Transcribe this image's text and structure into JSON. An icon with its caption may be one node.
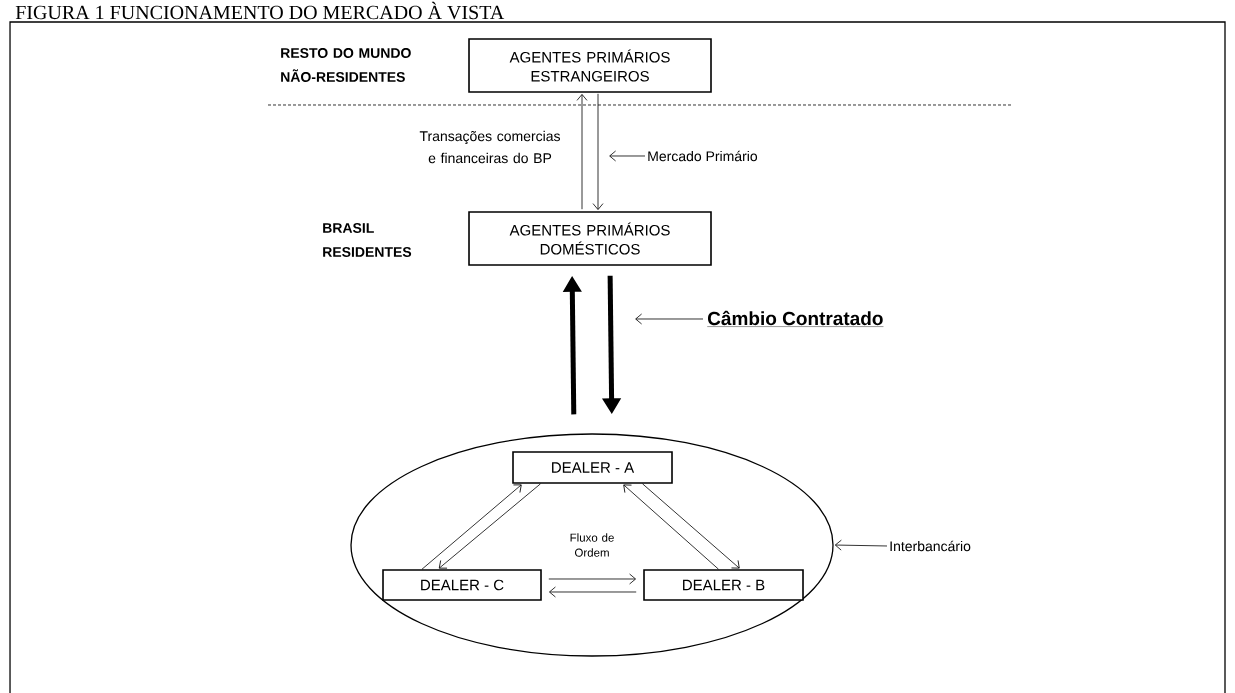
{
  "diagram": {
    "title": "FIGURA 1 FUNCIONAMENTO DO MERCADO À VISTA",
    "nodes": [
      {
        "text": [
          "AGENTES PRIMÁRIOS ESTRANGEIROS"
        ]
      },
      {
        "text": [
          "AGENTES PRIMÁRIOS DOMÉSTICOS"
        ]
      },
      {
        "text": [
          "Fluxo de Ordem"
        ]
      },
      {
        "text": [
          "DEALER - A"
        ],
        "in": 2
      },
      {
        "text": [
          "DEALER - B"
        ],
        "in": 2
      },
      {
        "text": [
          "DEALER - C"
        ],
        "in": 2
      },
      {
        "text": [
          "Mercado Primário"
        ]
      },
      {
        "text": [
          "Câmbio Contratado"
        ]
      },
      {
        "text": [
          "Interbancário"
        ]
      }
    ],
    "edges": [
      {
        "from": 1,
        "to": 0,
        "arrow": "to",
        "label": "Transações comercias e financeiras do BP"
      },
      {
        "from": 0,
        "to": 1,
        "arrow": "to"
      },
      {
        "from": 6,
        "to": null,
        "arrow": "to"
      },
      {
        "from": 2,
        "to": 1,
        "arrow": "to",
        "style": "thick"
      },
      {
        "from": 1,
        "to": 2,
        "arrow": "to",
        "style": "thick"
      },
      {
        "from": 7,
        "to": null,
        "arrow": "to"
      },
      {
        "from": 8,
        "to": 2,
        "arrow": "to"
      },
      {
        "from": 5,
        "to": 3,
        "arrow": "to"
      },
      {
        "from": 3,
        "to": 5,
        "arrow": "to"
      },
      {
        "from": 3,
        "to": 4,
        "arrow": "to"
      },
      {
        "from": 4,
        "to": 3,
        "arrow": "to"
      },
      {
        "from": 5,
        "to": 4,
        "arrow": "to"
      },
      {
        "from": 4,
        "to": 5,
        "arrow": "to"
      }
    ],
    "labels": [
      "RESTO DO MUNDO NÃO-RESIDENTES",
      "BRASIL RESIDENTES"
    ]
  }
}
